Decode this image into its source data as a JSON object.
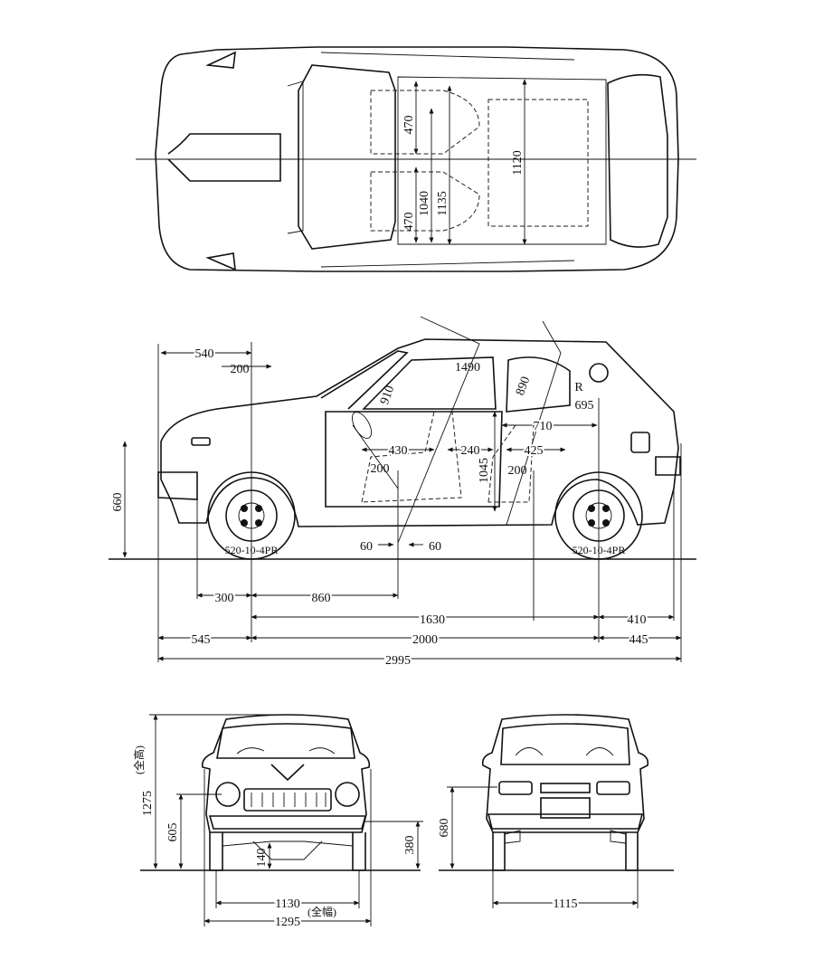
{
  "top_view": {
    "dims": {
      "d470a": "470",
      "d470b": "470",
      "d1040": "1040",
      "d1135": "1135",
      "d1120": "1120"
    }
  },
  "side_view": {
    "dims": {
      "d540": "540",
      "d200a": "200",
      "d1490": "1490",
      "d910": "910",
      "d890": "890",
      "r695": "R",
      "d695": "695",
      "d710": "710",
      "d430": "430",
      "d240": "240",
      "d425": "425",
      "d200b": "200",
      "d1045": "1045",
      "d200c": "200",
      "d660": "660",
      "d60a": "60",
      "d60b": "60",
      "d300": "300",
      "d860": "860",
      "d1630": "1630",
      "d410": "410",
      "d545": "545",
      "d2000": "2000",
      "d445": "445",
      "d2995": "2995"
    },
    "tire_label": "520-10-4PR"
  },
  "front_view": {
    "dims": {
      "d1275": "1275",
      "zenko": "(全高)",
      "d605": "605",
      "d140": "140",
      "d380": "380",
      "d1130": "1130",
      "zenpuku": "(全幅)",
      "d1295": "1295"
    }
  },
  "rear_view": {
    "dims": {
      "d680": "680",
      "d1115": "1115"
    }
  }
}
